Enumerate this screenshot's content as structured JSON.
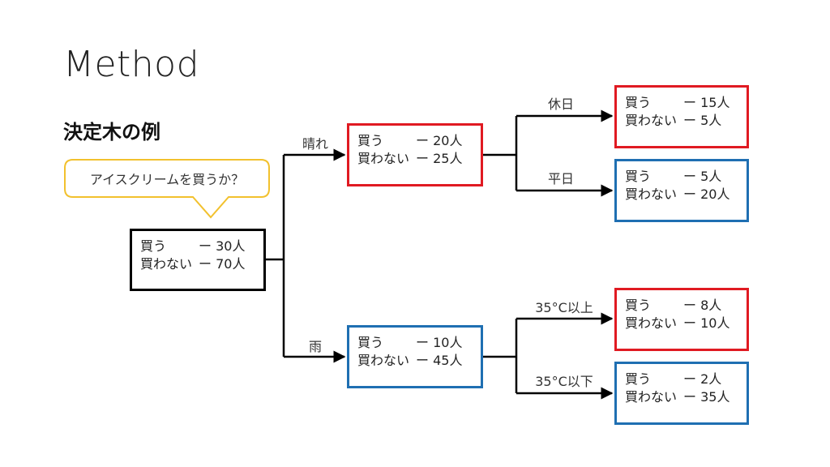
{
  "title": "Method",
  "subtitle": "決定木の例",
  "callout": "アイスクリームを買うか？",
  "colors": {
    "root_border": "#000000",
    "buy_border": "#e01a22",
    "no_buy_border": "#1f6fb2",
    "callout_border": "#f2c12e",
    "line": "#000000"
  },
  "nodes": {
    "root": {
      "buy_label": "買う",
      "buy_value": "ー 30人",
      "no_label": "買わない",
      "no_value": "ー 70人"
    },
    "sunny": {
      "buy_label": "買う",
      "buy_value": "ー 20人",
      "no_label": "買わない",
      "no_value": "ー 25人"
    },
    "rain": {
      "buy_label": "買う",
      "buy_value": "ー 10人",
      "no_label": "買わない",
      "no_value": "ー 45人"
    },
    "holiday": {
      "buy_label": "買う",
      "buy_value": "ー 15人",
      "no_label": "買わない",
      "no_value": "ー 5人"
    },
    "weekday": {
      "buy_label": "買う",
      "buy_value": "ー 5人",
      "no_label": "買わない",
      "no_value": "ー 20人"
    },
    "hot": {
      "buy_label": "買う",
      "buy_value": "ー 8人",
      "no_label": "買わない",
      "no_value": "ー 10人"
    },
    "cool": {
      "buy_label": "買う",
      "buy_value": "ー 2人",
      "no_label": "買わない",
      "no_value": "ー 35人"
    }
  },
  "edges": {
    "sunny": "晴れ",
    "rain": "雨",
    "holiday": "休日",
    "weekday": "平日",
    "hot": "35°C以上",
    "cool": "35°C以下"
  }
}
